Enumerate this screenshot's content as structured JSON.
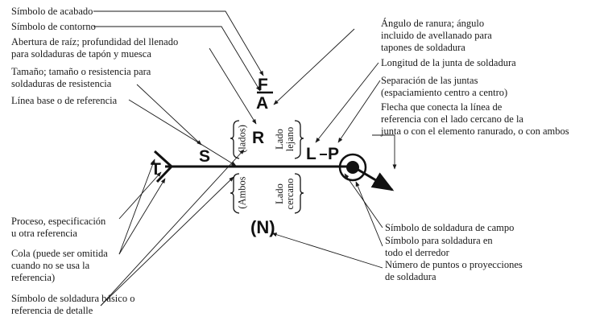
{
  "labels": {
    "simbolo_acabado": "Símbolo de acabado",
    "simbolo_contorno": "Símbolo de contorno",
    "abertura_raiz": [
      "Abertura de raíz; profundidad del llenado",
      "para soldaduras de tapón y muesca"
    ],
    "tamano": [
      "Tamaño; tamaño o resistencia para",
      "soldaduras de resistencia"
    ],
    "linea_base": "Línea base o de referencia",
    "angulo_ranura": [
      "Ángulo de ranura; ángulo",
      "incluido de avellanado para",
      "tapones de soldadura"
    ],
    "longitud_junta": "Longitud de la junta de soldadura",
    "separacion": [
      "Separación de las juntas",
      "(espaciamiento centro a centro)"
    ],
    "flecha": [
      "Flecha que conecta la línea de",
      "referencia con el lado cercano de la",
      "junta o con el elemento ranurado, o con ambos"
    ],
    "proceso": [
      "Proceso, especificación",
      "u otra referencia"
    ],
    "cola": [
      "Cola (puede ser omitida",
      "cuando no se usa la",
      "referencia)"
    ],
    "simbolo_basico": [
      "Símbolo de soldadura básico o",
      "referencia de detalle"
    ],
    "campo": "Símbolo de soldadura de campo",
    "alrededor": [
      "Símbolo para soldadura en",
      "todo el derredor"
    ],
    "puntos": [
      "Número de puntos o proyecciones",
      "de soldadura"
    ]
  },
  "symbols": {
    "F": "F",
    "A": "A",
    "S": "S",
    "R": "R",
    "L": "L",
    "P": "P",
    "T": "T",
    "N": "(N)"
  },
  "side_text": {
    "lados": "(lados)",
    "lado_lejano": [
      "Lado",
      "lejano"
    ],
    "ambos": "(Ambos",
    "lado_cercano": [
      "Lado",
      "cercano"
    ]
  }
}
